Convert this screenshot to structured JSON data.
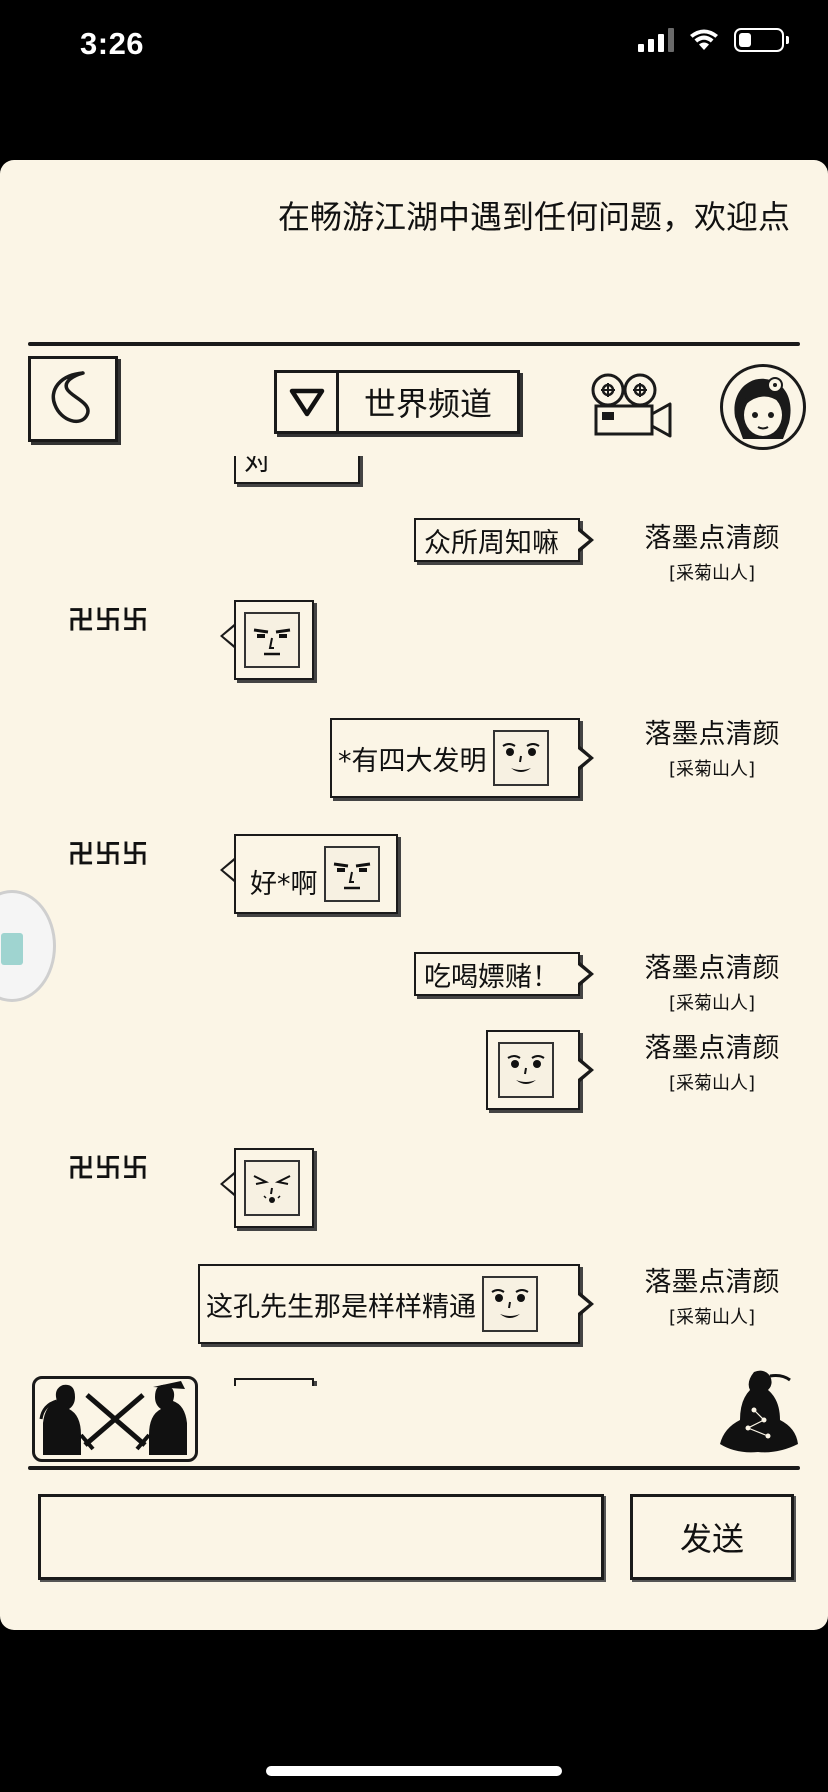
{
  "status_bar": {
    "time": "3:26",
    "battery_level": 0.3
  },
  "marquee": {
    "text": "在畅游江湖中遇到任何问题，欢迎点"
  },
  "header": {
    "channel_label": "世界频道",
    "icons": [
      "back-icon",
      "dropdown-triangle-icon",
      "camera-icon",
      "avatar-icon"
    ]
  },
  "messages": [
    {
      "side": "right",
      "text": "众所周知嘛",
      "sender": "落墨点清颜",
      "title": "[采菊山人]",
      "face": ""
    },
    {
      "side": "left",
      "text": "",
      "sender": "卍卐卐",
      "face": "stern"
    },
    {
      "side": "right",
      "text": "*有四大发明",
      "sender": "落墨点清颜",
      "title": "[采菊山人]",
      "face": "happy"
    },
    {
      "side": "left",
      "text": "好*啊",
      "sender": "卍卐卐",
      "face": "stern"
    },
    {
      "side": "right",
      "text": "吃喝嫖赌！",
      "sender": "落墨点清颜",
      "title": "[采菊山人]",
      "face": ""
    },
    {
      "side": "right",
      "text": "",
      "sender": "落墨点清颜",
      "title": "[采菊山人]",
      "face": "happy"
    },
    {
      "side": "left",
      "text": "",
      "sender": "卍卐卐",
      "face": "squint"
    },
    {
      "side": "right",
      "text": "这孔先生那是样样精通",
      "sender": "落墨点清颜",
      "title": "[采菊山人]",
      "face": "happy"
    }
  ],
  "partial_top_message": {
    "text": "对"
  },
  "input": {
    "value": "",
    "placeholder": ""
  },
  "send_label": "发送",
  "bottom_icons": [
    "battle-icon",
    "meditate-icon"
  ]
}
